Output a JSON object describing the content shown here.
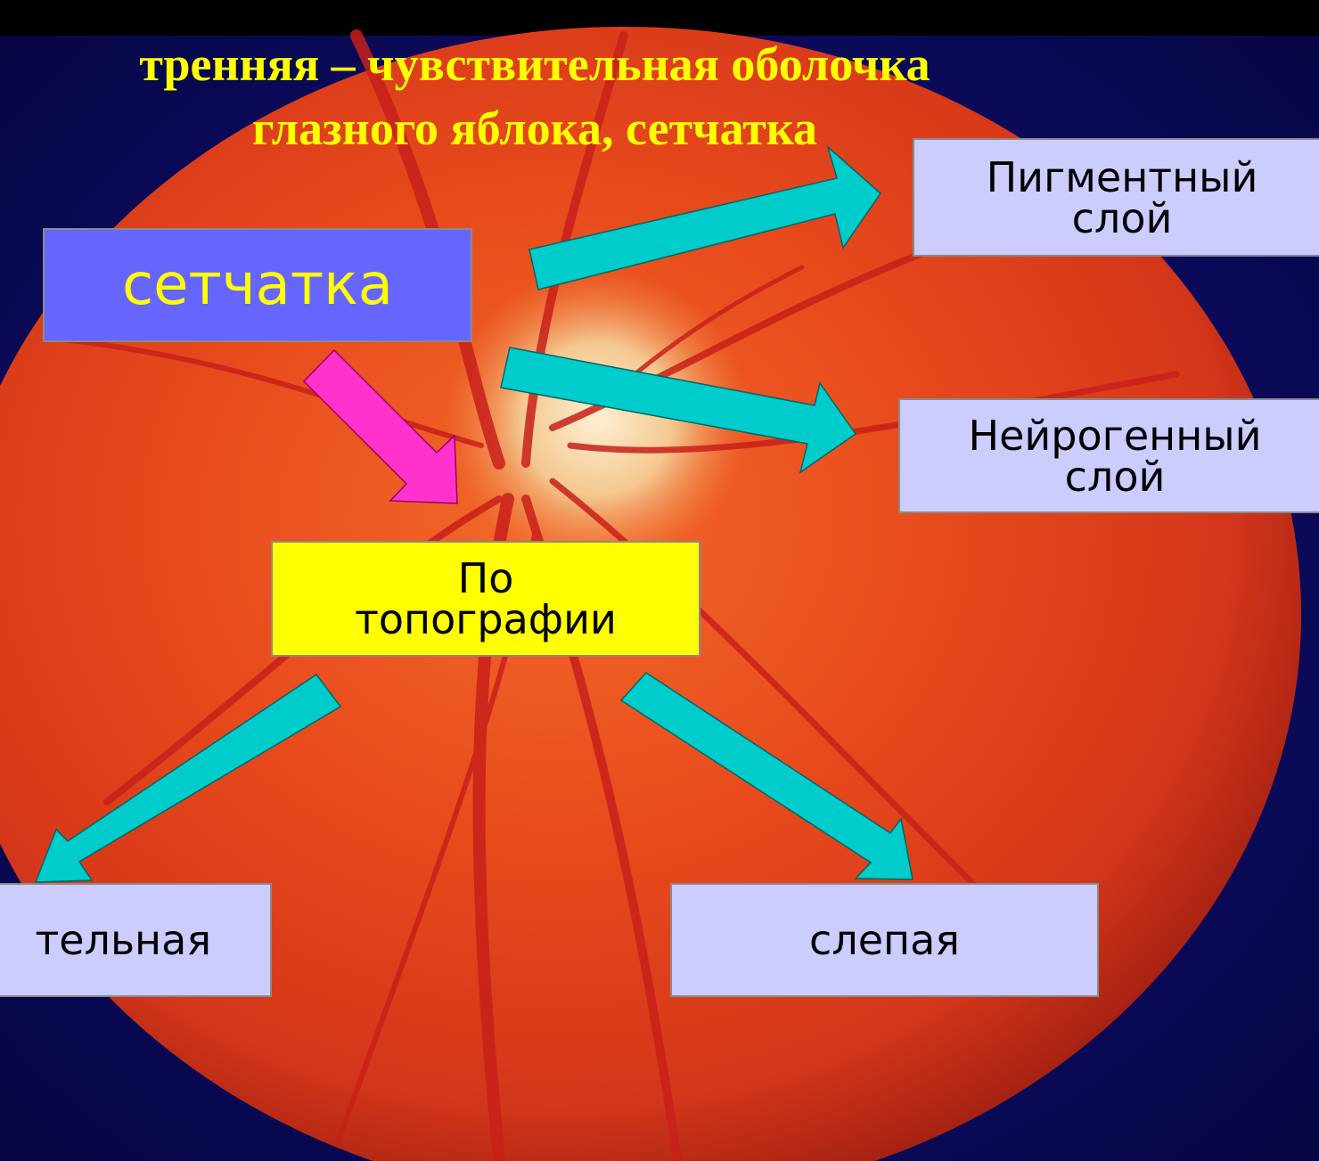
{
  "slide": {
    "title_line1": "тренняя – чувствительная оболочка",
    "title_line2": "глазного яблока, сетчатка"
  },
  "nodes": {
    "retina": "сетчатка",
    "pigment_line1": "Пигментный",
    "pigment_line2": "слой",
    "neuro_line1": "Нейрогенный",
    "neuro_line2": "слой",
    "topo_line1": "По",
    "topo_line2": "топографии",
    "optical": "тельная",
    "blind": "слепая"
  },
  "colors": {
    "title": "#ffff00",
    "main_box": "#6666ff",
    "main_text": "#ffff00",
    "side_box": "#ccccff",
    "topo_box": "#ffff00",
    "arrow_cyan": "#00cccc",
    "arrow_magenta": "#ff33cc",
    "fundus": "#e8401a",
    "frame_blue": "#0a0a6e"
  }
}
